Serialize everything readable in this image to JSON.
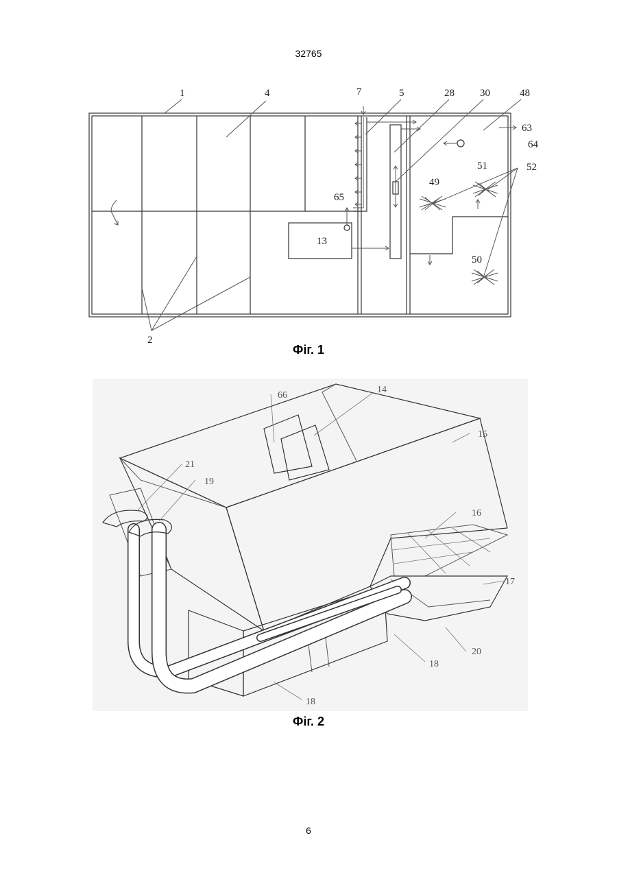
{
  "document_number": "32765",
  "page_number": "6",
  "figure1": {
    "caption": "Фіг. 1",
    "labels": {
      "l1": "1",
      "l4": "4",
      "l7": "7",
      "l5": "5",
      "l28": "28",
      "l30": "30",
      "l48": "48",
      "l63": "63",
      "l64": "64",
      "l65": "65",
      "l49": "49",
      "l51": "51",
      "l52": "52",
      "l13": "13",
      "l50": "50",
      "l2": "2"
    }
  },
  "figure2": {
    "caption": "Фіг. 2",
    "labels": {
      "l66": "66",
      "l14": "14",
      "l15": "15",
      "l21": "21",
      "l19": "19",
      "l16": "16",
      "l17": "17",
      "l20": "20",
      "l18a": "18",
      "l18b": "18"
    }
  }
}
